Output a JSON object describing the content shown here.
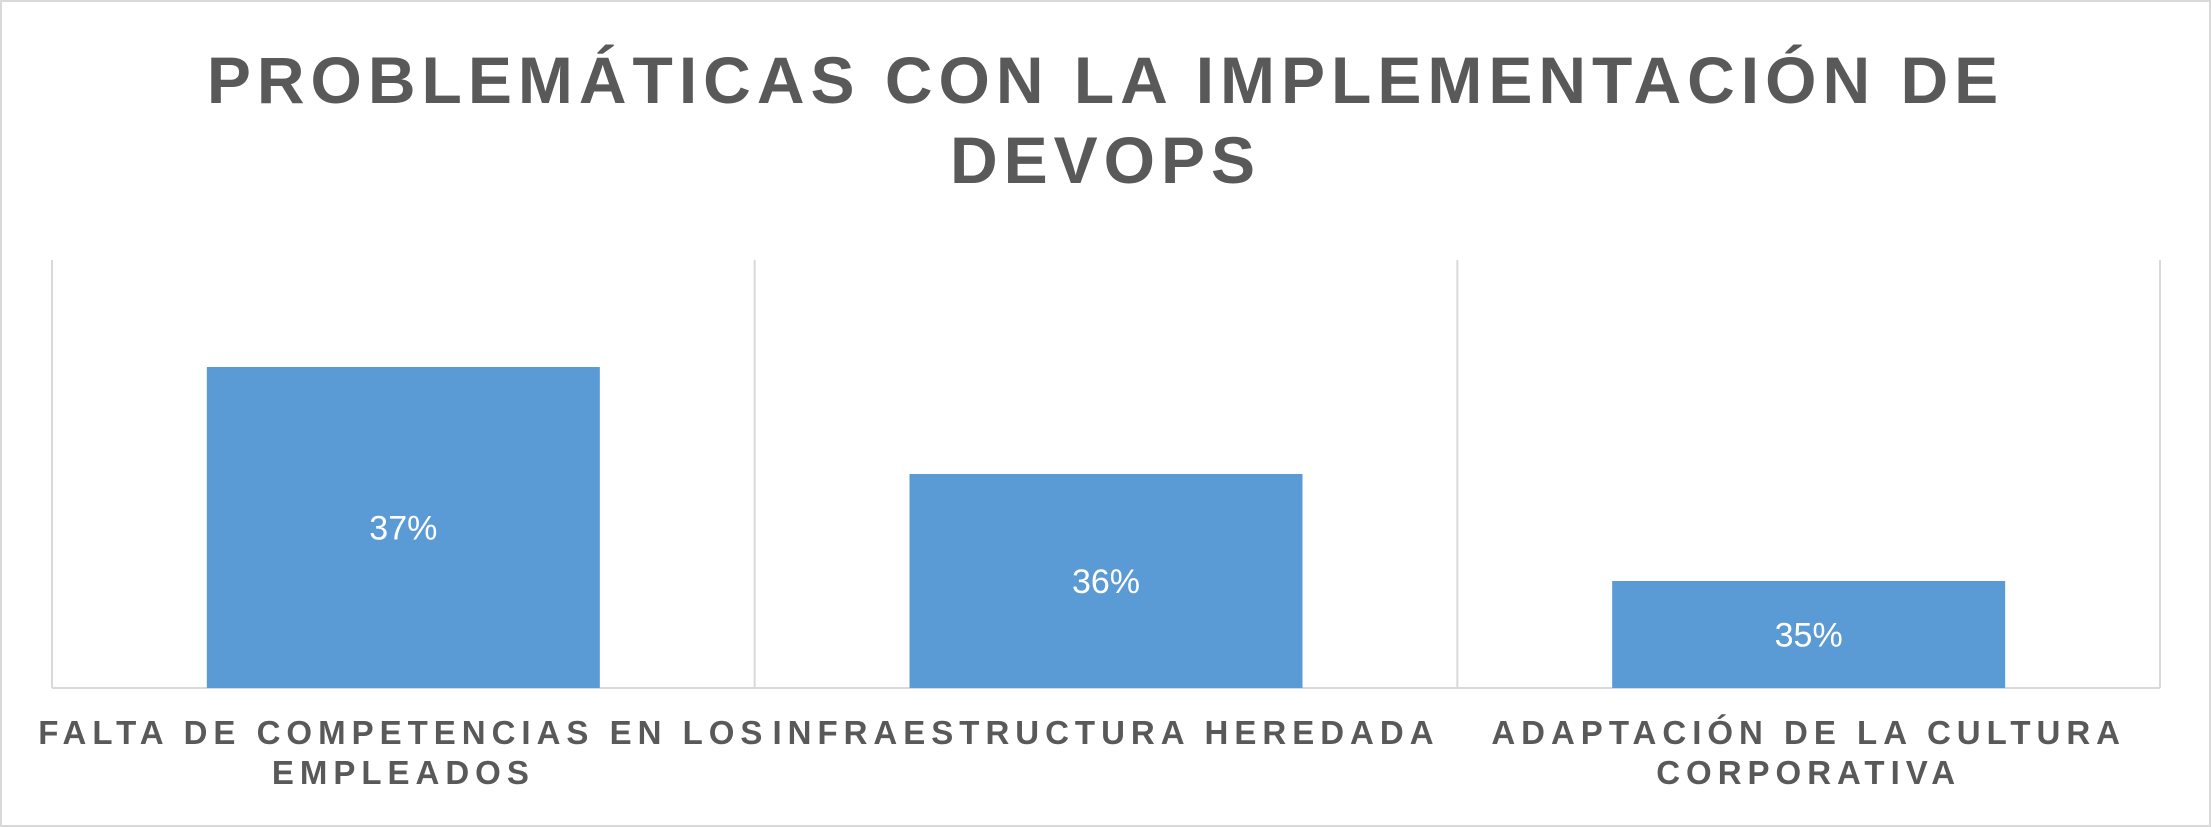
{
  "chart_data": {
    "type": "bar",
    "title": "PROBLEMÁTICAS CON LA IMPLEMENTACIÓN DE DEVOPS",
    "title_lines": [
      "PROBLEMÁTICAS CON LA IMPLEMENTACIÓN DE",
      "DEVOPS"
    ],
    "categories": [
      "FALTA DE COMPETENCIAS EN LOS EMPLEADOS",
      "INFRAESTRUCTURA HEREDADA",
      "ADAPTACIÓN DE LA CULTURA CORPORATIVA"
    ],
    "category_lines": [
      [
        "FALTA DE COMPETENCIAS EN LOS",
        "EMPLEADOS"
      ],
      [
        "INFRAESTRUCTURA HEREDADA"
      ],
      [
        "ADAPTACIÓN DE LA CULTURA",
        "CORPORATIVA"
      ]
    ],
    "values": [
      37,
      36,
      35
    ],
    "data_labels": [
      "37%",
      "36%",
      "35%"
    ],
    "ylim": [
      34,
      38
    ],
    "grid": false,
    "colors": {
      "bar": "#5b9bd5",
      "title": "#595959",
      "axis": "#d9d9d9",
      "label": "#ffffff"
    }
  }
}
